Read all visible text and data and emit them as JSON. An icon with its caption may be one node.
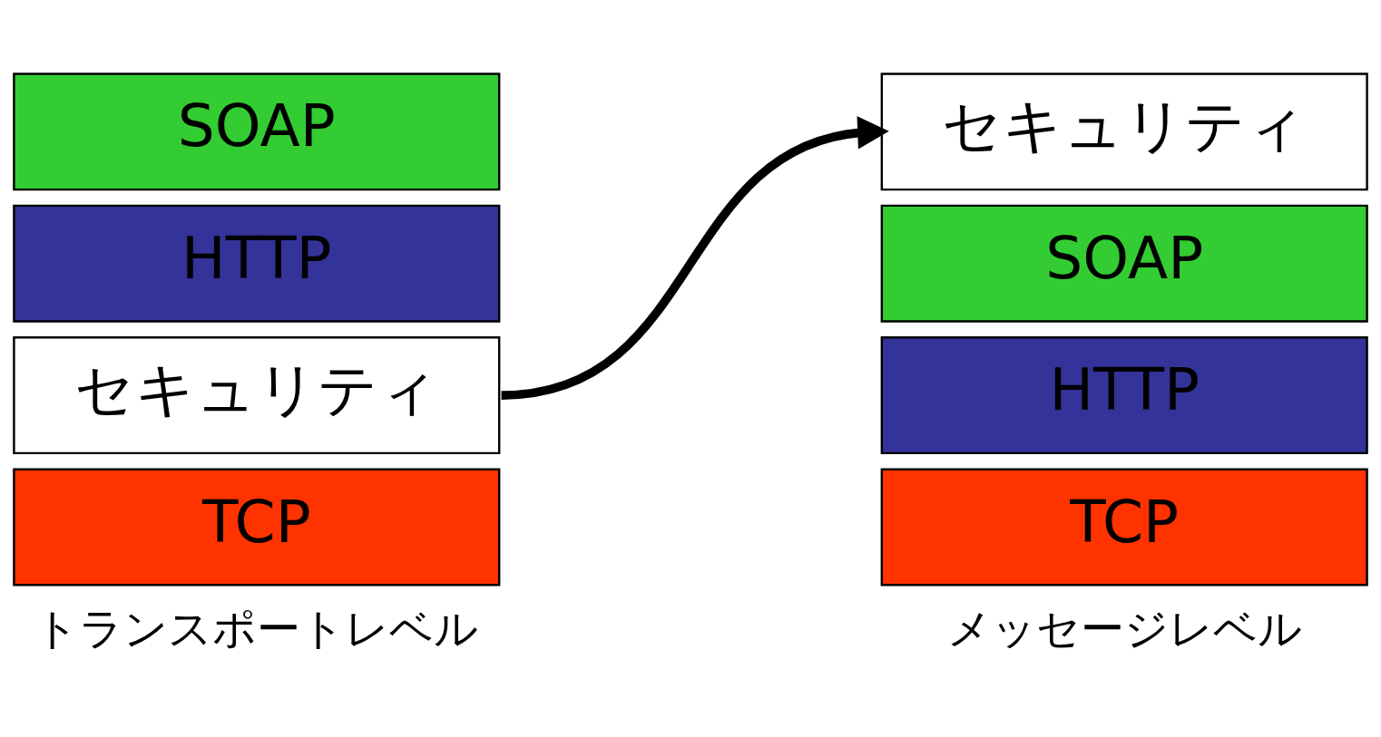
{
  "diagram": {
    "nodes": [
      {
        "text": [
          "SOAP"
        ]
      },
      {
        "text": [
          "HTTP"
        ]
      },
      {
        "text": [
          "セキュリティ"
        ]
      },
      {
        "text": [
          "TCP"
        ]
      },
      {
        "text": [
          "セキュリティ"
        ]
      },
      {
        "text": [
          "SOAP"
        ]
      },
      {
        "text": [
          "HTTP"
        ]
      },
      {
        "text": [
          "TCP"
        ]
      }
    ],
    "edges": [
      {
        "from": 2,
        "to": 4,
        "arrow": "to"
      }
    ],
    "labels": [
      "トランスポートレベル",
      "メッセージレベル"
    ]
  }
}
